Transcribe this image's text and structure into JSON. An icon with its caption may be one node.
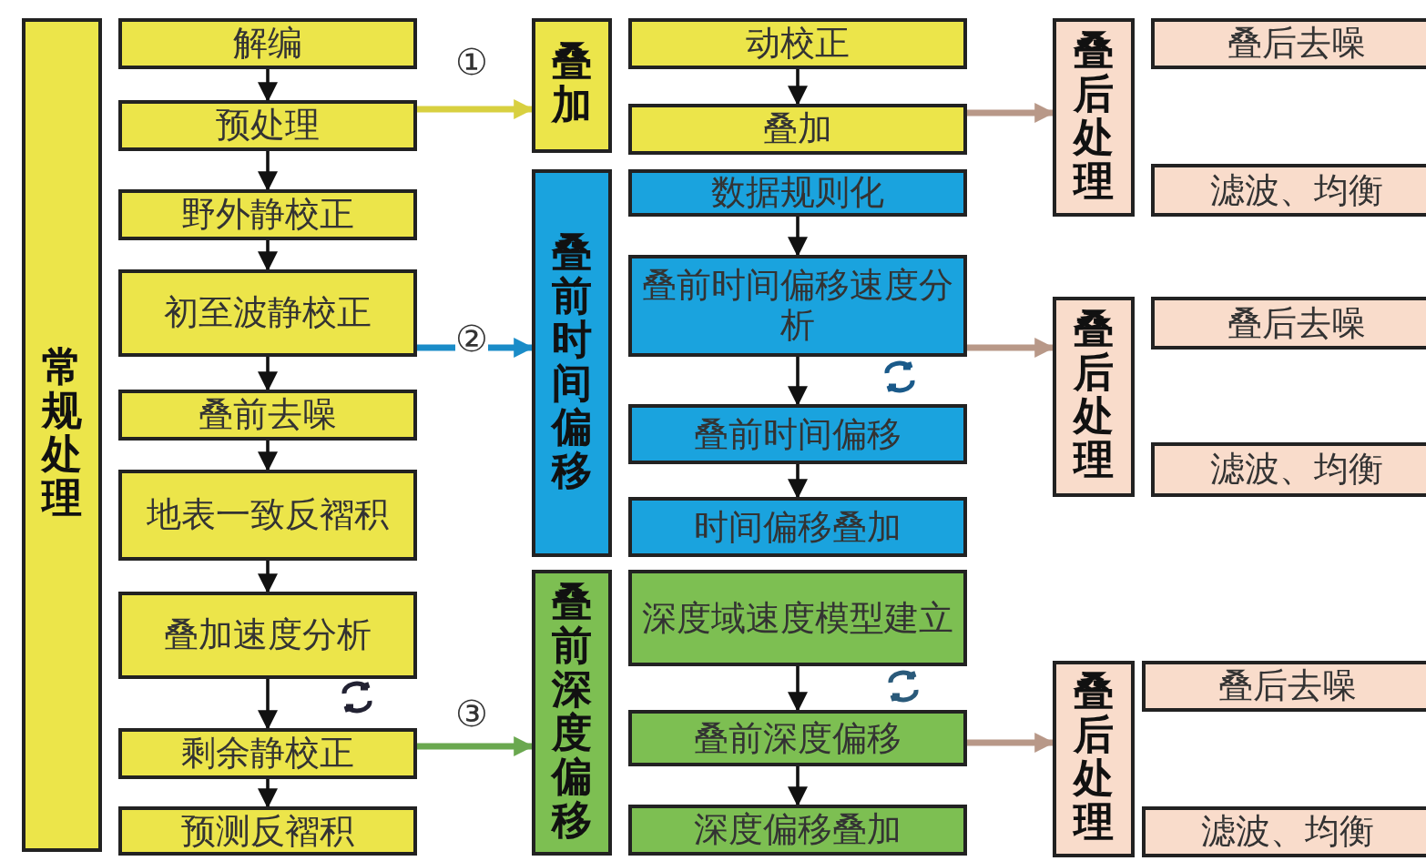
{
  "diagram": {
    "nodes": [
      {
        "text": [
          "常规处理"
        ]
      },
      {
        "text": [
          "解编"
        ]
      },
      {
        "text": [
          "预处理"
        ]
      },
      {
        "text": [
          "野外静校正"
        ]
      },
      {
        "text": [
          "初至波静校正"
        ]
      },
      {
        "text": [
          "叠前去噪"
        ]
      },
      {
        "text": [
          "地表一致反褶积"
        ]
      },
      {
        "text": [
          "叠加速度分析"
        ]
      },
      {
        "text": [
          "剩余静校正"
        ]
      },
      {
        "text": [
          "预测反褶积"
        ]
      },
      {
        "text": [
          "叠加"
        ]
      },
      {
        "text": [
          "动校正"
        ]
      },
      {
        "text": [
          "叠加"
        ]
      },
      {
        "text": [
          "叠前时间偏移"
        ]
      },
      {
        "text": [
          "数据规则化"
        ]
      },
      {
        "text": [
          "叠前时间偏移速度分析"
        ]
      },
      {
        "text": [
          "叠前时间偏移"
        ]
      },
      {
        "text": [
          "时间偏移叠加"
        ]
      },
      {
        "text": [
          "叠前深度偏移"
        ]
      },
      {
        "text": [
          "深度域速度模型建立"
        ]
      },
      {
        "text": [
          "叠前深度偏移"
        ]
      },
      {
        "text": [
          "深度偏移叠加"
        ]
      },
      {
        "text": [
          "叠后处理"
        ]
      },
      {
        "text": [
          "叠后去噪"
        ]
      },
      {
        "text": [
          "滤波、均衡"
        ]
      },
      {
        "text": [
          "叠后处理"
        ]
      },
      {
        "text": [
          "叠后去噪"
        ]
      },
      {
        "text": [
          "滤波、均衡"
        ]
      },
      {
        "text": [
          "叠后处理"
        ]
      },
      {
        "text": [
          "叠后去噪"
        ]
      },
      {
        "text": [
          "滤波、均衡"
        ]
      }
    ],
    "edges": [
      {
        "from": 1,
        "to": 2,
        "arrow": "to"
      },
      {
        "from": 2,
        "to": 3,
        "arrow": "to"
      },
      {
        "from": 3,
        "to": 4,
        "arrow": "to"
      },
      {
        "from": 4,
        "to": 5,
        "arrow": "to"
      },
      {
        "from": 5,
        "to": 6,
        "arrow": "to"
      },
      {
        "from": 6,
        "to": 7,
        "arrow": "to"
      },
      {
        "from": 7,
        "to": 8,
        "arrow": "to"
      },
      {
        "from": 8,
        "to": 9,
        "arrow": "to"
      },
      {
        "from": 11,
        "to": 12,
        "arrow": "to"
      },
      {
        "from": 14,
        "to": 15,
        "arrow": "to"
      },
      {
        "from": 15,
        "to": 16,
        "arrow": "to"
      },
      {
        "from": 16,
        "to": 17,
        "arrow": "to"
      },
      {
        "from": 19,
        "to": 20,
        "arrow": "to"
      },
      {
        "from": 20,
        "to": 21,
        "arrow": "to"
      },
      {
        "from": 2,
        "to": 10,
        "arrow": "to",
        "label": "①",
        "color": "#d8d040",
        "style": "thick"
      },
      {
        "from": 4,
        "to": 13,
        "arrow": "to",
        "label": "②",
        "color": "#1a8cc8",
        "style": "thick"
      },
      {
        "from": 8,
        "to": 18,
        "arrow": "to",
        "label": "③",
        "color": "#6aa84f",
        "style": "thick"
      },
      {
        "from": 12,
        "to": 22,
        "arrow": "to",
        "color": "#b89888",
        "style": "thick"
      },
      {
        "from": 15,
        "to": 25,
        "arrow": "to",
        "color": "#b89888",
        "style": "thick"
      },
      {
        "from": 20,
        "to": 28,
        "arrow": "to",
        "color": "#b89888",
        "style": "thick"
      }
    ]
  }
}
